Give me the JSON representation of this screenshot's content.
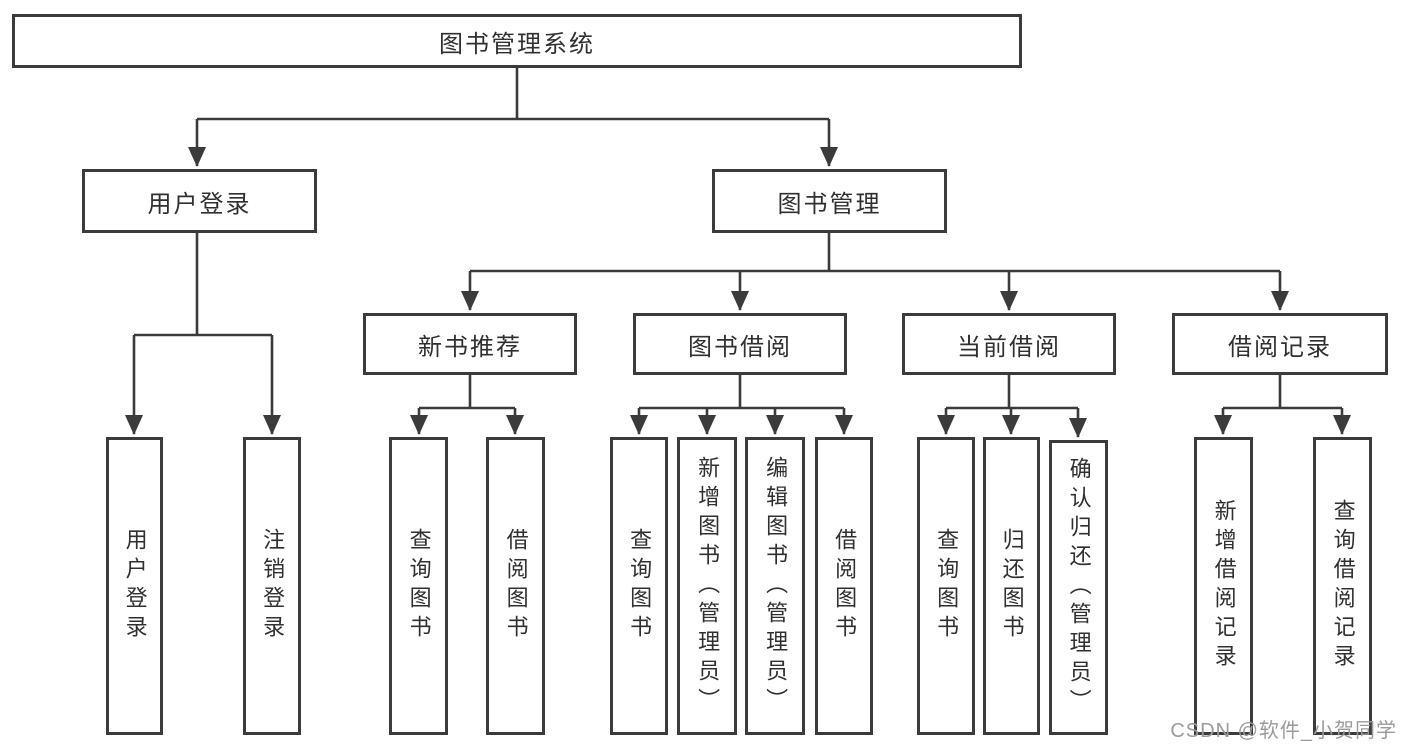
{
  "diagram": {
    "root": {
      "label": "图书管理系统",
      "children": [
        {
          "label": "用户登录",
          "children": [
            {
              "label": "用户登录"
            },
            {
              "label": "注销登录"
            }
          ]
        },
        {
          "label": "图书管理",
          "children": [
            {
              "label": "新书推荐",
              "children": [
                {
                  "label": "查询图书"
                },
                {
                  "label": "借阅图书"
                }
              ]
            },
            {
              "label": "图书借阅",
              "children": [
                {
                  "label": "查询图书"
                },
                {
                  "label": "新增图书（管理员）"
                },
                {
                  "label": "编辑图书（管理员）"
                },
                {
                  "label": "借阅图书"
                }
              ]
            },
            {
              "label": "当前借阅",
              "children": [
                {
                  "label": "查询图书"
                },
                {
                  "label": "归还图书"
                },
                {
                  "label": "确认归还（管理员）"
                }
              ]
            },
            {
              "label": "借阅记录",
              "children": [
                {
                  "label": "新增借阅记录"
                },
                {
                  "label": "查询借阅记录"
                }
              ]
            }
          ]
        }
      ]
    },
    "watermark": "CSDN @软件_小贺同学",
    "colors": {
      "line": "#3b3b3b",
      "text": "#303030",
      "background": "#ffffff",
      "watermark": "#9b9b9b"
    }
  }
}
